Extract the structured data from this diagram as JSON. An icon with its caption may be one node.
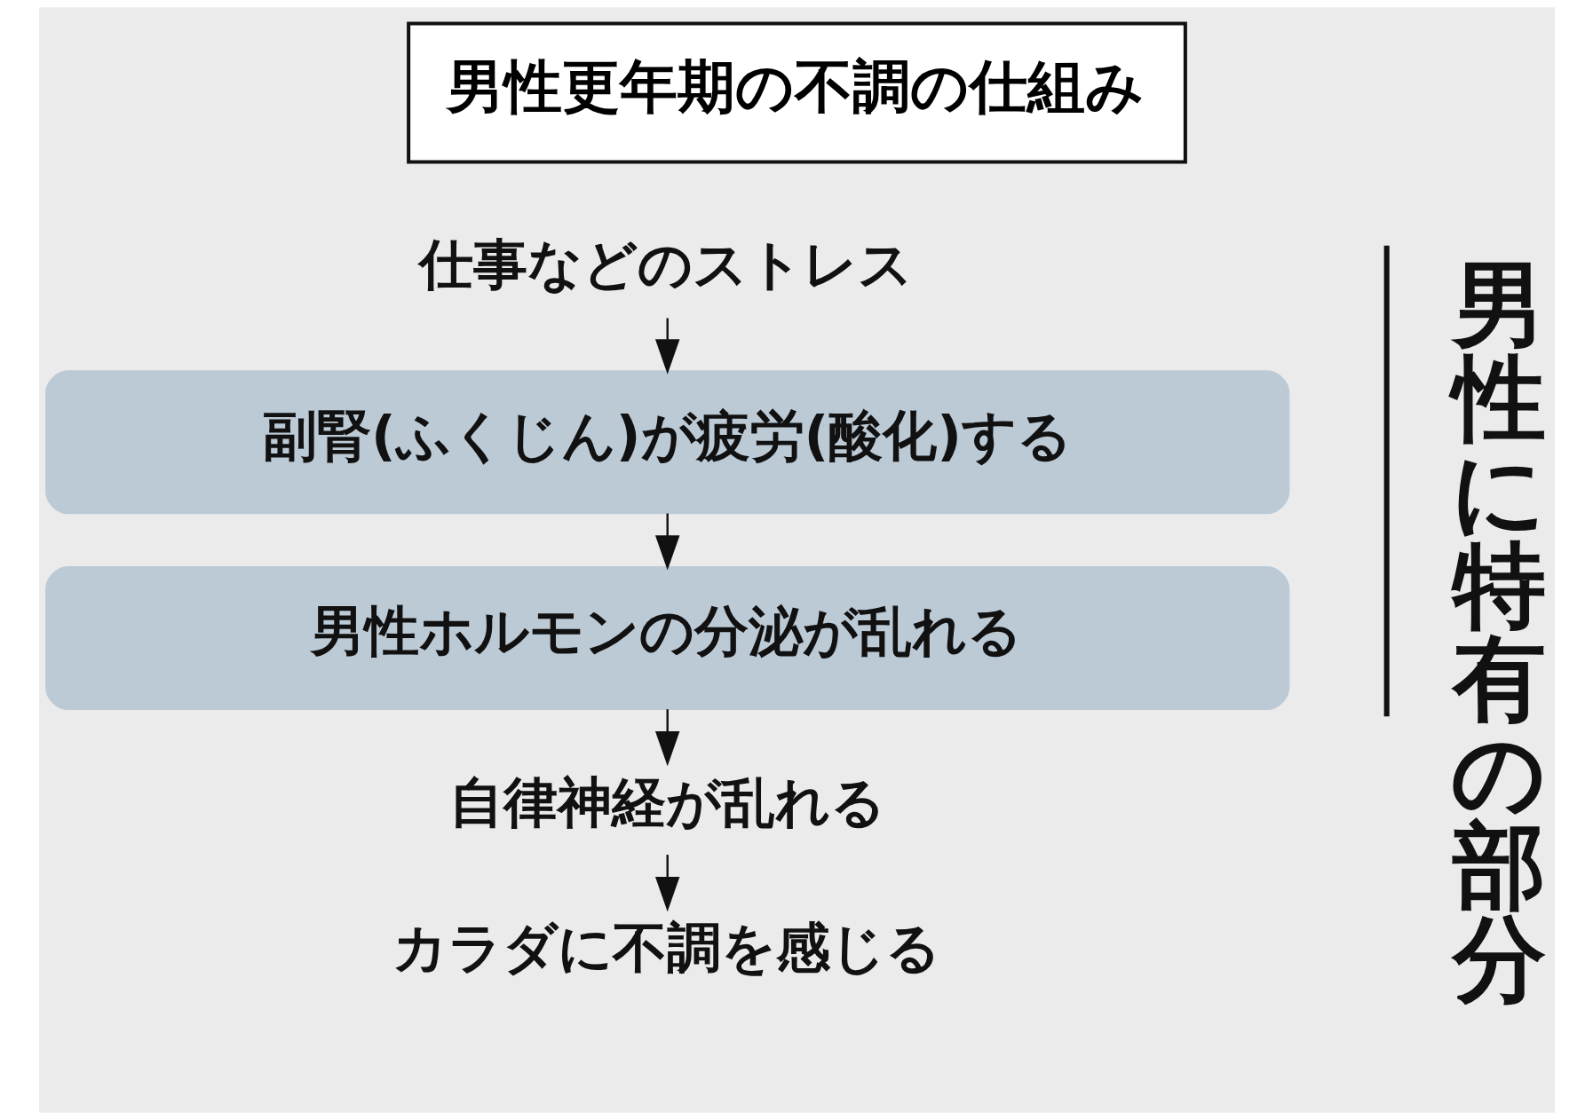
{
  "diagram": {
    "title": "男性更年期の不調の仕組み",
    "nodes": [
      {
        "text": [
          "仕事などのストレス"
        ]
      },
      {
        "text": [
          "副腎(ふくじん)が疲労(酸化)する"
        ]
      },
      {
        "text": [
          "男性ホルモンの分泌が乱れる"
        ]
      },
      {
        "text": [
          "自律神経が乱れる"
        ]
      },
      {
        "text": [
          "カラダに不調を感じる"
        ]
      }
    ],
    "edges": [
      {
        "from": 0,
        "to": 1,
        "arrow": "to"
      },
      {
        "from": 1,
        "to": 2,
        "arrow": "to"
      },
      {
        "from": 2,
        "to": 3,
        "arrow": "to"
      },
      {
        "from": 3,
        "to": 4,
        "arrow": "to"
      }
    ],
    "labels": [
      "男性に特有の部分"
    ]
  }
}
